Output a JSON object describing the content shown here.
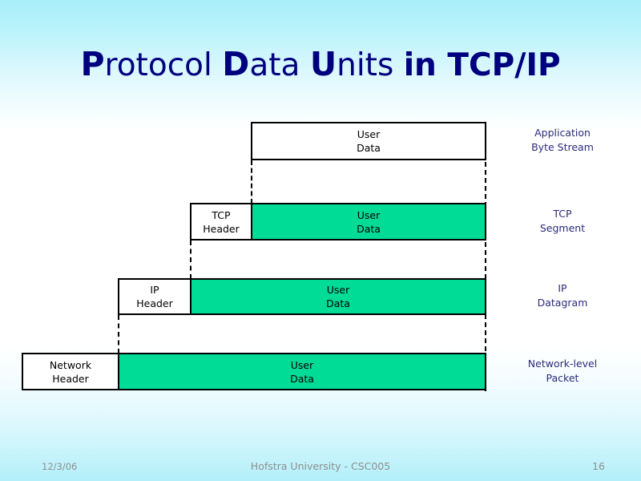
{
  "slide": {
    "title_parts": [
      {
        "cap": "P",
        "rest": "rotocol"
      },
      {
        "cap": "D",
        "rest": "ata"
      },
      {
        "cap": "U",
        "rest": "nits"
      }
    ],
    "title_tail": "in TCP/IP",
    "title_plain": "Protocol Data Units in TCP/IP",
    "title_color": "#00007e",
    "payload_color": "#00dc96",
    "label_color": "#2a2a7a",
    "footer_color": "#8e8e8e"
  },
  "diagram": {
    "payload_label": "User\nData",
    "levels": [
      {
        "id": "application",
        "header": null,
        "payload": "User\nData",
        "payload_filled": false,
        "side_label": "Application\nByte Stream"
      },
      {
        "id": "transport",
        "header": "TCP\nHeader",
        "payload": "User\nData",
        "payload_filled": true,
        "side_label": "TCP\nSegment"
      },
      {
        "id": "internet",
        "header": "IP\nHeader",
        "payload": "User\nData",
        "payload_filled": true,
        "side_label": "IP\nDatagram"
      },
      {
        "id": "link",
        "header": "Network\nHeader",
        "payload": "User\nData",
        "payload_filled": true,
        "side_label": "Network-level\nPacket"
      }
    ]
  },
  "footer": {
    "date": "12/3/06",
    "center": "Hofstra University - CSC005",
    "page": "16"
  }
}
